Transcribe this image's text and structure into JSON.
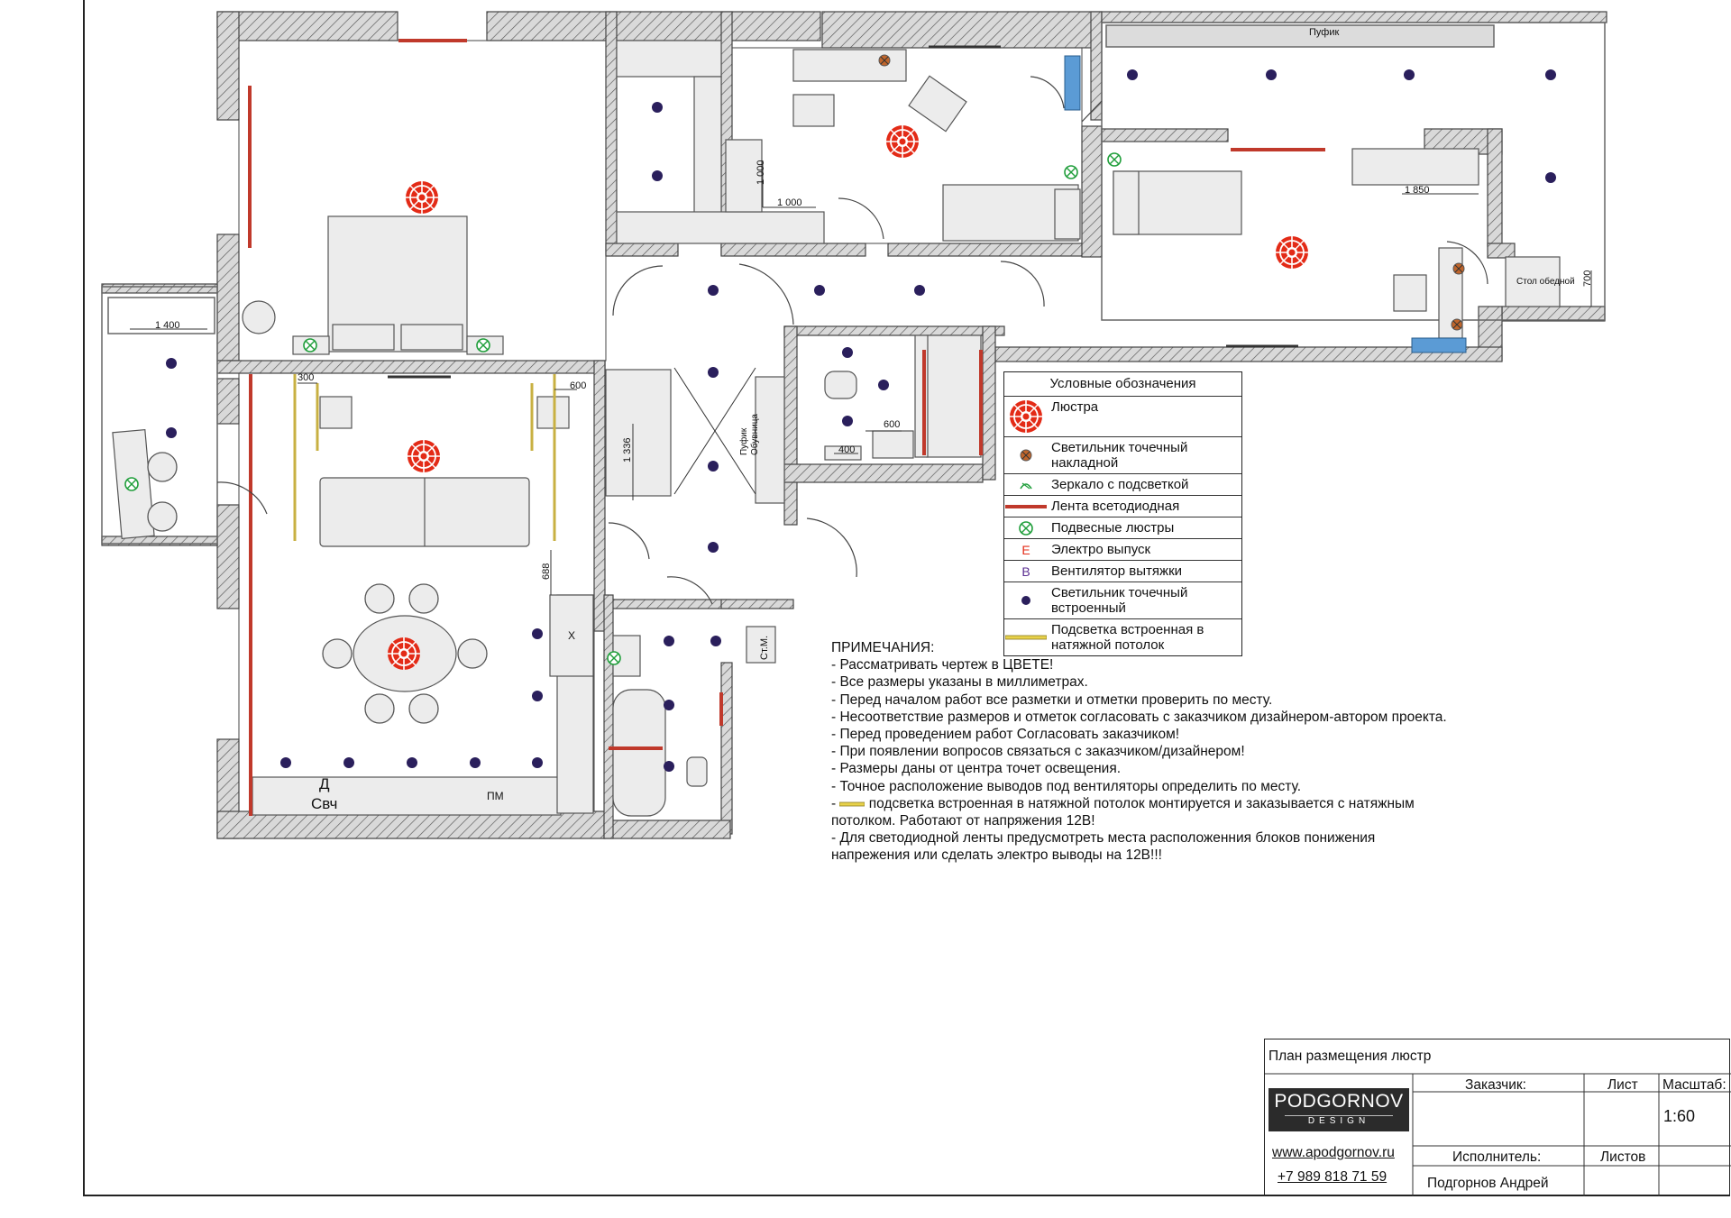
{
  "plan": {
    "room_labels": {
      "pufik_top": "Пуфик",
      "stol": "Стол обедной",
      "pufik_obuvnica": "Пуфик\nОбувница",
      "d": "Д",
      "svch": "Свч",
      "pm": "ПМ",
      "x": "Х",
      "st_m": "Ст.М."
    },
    "dimensions": {
      "d1": "1 000",
      "d2": "1 000",
      "d3": "1 400",
      "d4": "300",
      "d5": "600",
      "d6": "1 336",
      "d7": "688",
      "d8": "600",
      "d9": "400",
      "d10": "1 850",
      "d11": "700"
    }
  },
  "legend": {
    "title": "Условные обозначения",
    "items": [
      {
        "symbol": "chandelier-icon",
        "label": "Люстра"
      },
      {
        "symbol": "surface-spotlight-icon",
        "label": "Светильник точечный накладной"
      },
      {
        "symbol": "lit-mirror-icon",
        "label": "Зеркало с подсветкой"
      },
      {
        "symbol": "led-strip-icon",
        "label": "Лента всетодиодная"
      },
      {
        "symbol": "pendant-lamp-icon",
        "label": "Подвесные люстры"
      },
      {
        "symbol": "electric-outlet-icon",
        "label": "Электро выпуск"
      },
      {
        "symbol": "exhaust-fan-icon",
        "label": "Вентилятор вытяжки"
      },
      {
        "symbol": "recessed-spotlight-icon",
        "label": "Светильник точечный встроенный"
      },
      {
        "symbol": "ceiling-backlight-icon",
        "label": "Подсветка встроенная в натяжной потолок"
      }
    ],
    "electric_letter": "Е",
    "fan_letter": "В"
  },
  "notes": {
    "title": "ПРИМЕЧАНИЯ:",
    "lines": [
      "- Рассматривать чертеж в ЦВЕТЕ!",
      "- Все размеры указаны в миллиметрах.",
      "- Перед началом работ все разметки и отметки проверить по месту.",
      "- Несоответствие размеров и отметок согласовать с заказчиком дизайнером-автором проекта.",
      "- Перед проведением работ Согласовать заказчиком!",
      "- При появлении вопросов связаться с заказчиком/дизайнером!",
      "- Размеры даны от центра точет освещения.",
      "- Точное расположение выводов под вентиляторы определить по месту.",
      "подсветка встроенная в натяжной потолок монтируется и заказывается с натяжным",
      "потолком. Работают от напряжения 12В!",
      "- Для светодиодной ленты предусмотреть места расположенния блоков понижения",
      "напрежения или сделать электро выводы на 12В!!!"
    ]
  },
  "title_block": {
    "plan_title": "План размещения люстр",
    "customer_label": "Заказчик:",
    "sheet_label": "Лист",
    "scale_label": "Масштаб:",
    "scale_value": "1:60",
    "executor_label": "Исполнитель:",
    "sheets_label": "Листов",
    "executor_name": "Подгорнов  Андрей",
    "logo_main": "PODGORNOV",
    "logo_sub": "DESIGN",
    "website": "www.apodgornov.ru",
    "phone": "+7 989 818 71 59"
  },
  "colors": {
    "accent_red": "#e32b17",
    "led_strip": "#c0392b",
    "recessed": "#2a1f5c",
    "wall": "#7a7a7a",
    "furniture_fill": "#ececec",
    "blue_cabinet": "#5b9bd5",
    "backlight": "#c8b042",
    "green": "#1f9e3a"
  }
}
